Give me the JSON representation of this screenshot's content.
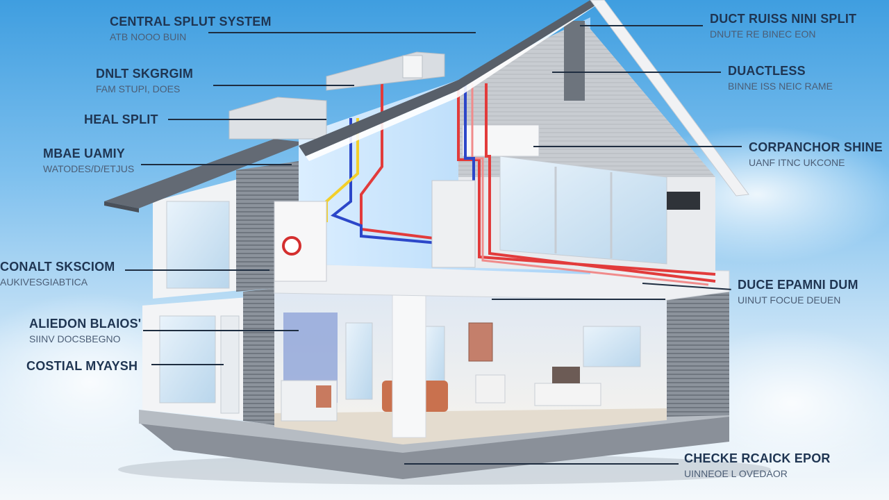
{
  "labels_left": [
    {
      "id": "central-split-system",
      "title": "CENTRAL SPLUT SYSTEM",
      "subtitle": "ATB NOOO BUIN"
    },
    {
      "id": "duct-system",
      "title": "DNLT SKGRGIM",
      "subtitle": "FAM STUPI, DOES"
    },
    {
      "id": "mini-split",
      "title": "HEAL SPLIT",
      "subtitle": ""
    },
    {
      "id": "mbae-unit",
      "title": "MBAE UAMIY",
      "subtitle": "WATODES/D/ETJUS"
    },
    {
      "id": "compact-system",
      "title": "CONALT SKSCIOM",
      "subtitle": "AUKIVESGIABTICA"
    },
    {
      "id": "air-handler",
      "title": "ALIEDON BLAIOS'",
      "subtitle": "SIINV DOCSBEGNO"
    },
    {
      "id": "coastal-system",
      "title": "COSTIAL MYAYSH",
      "subtitle": ""
    }
  ],
  "labels_right": [
    {
      "id": "ductless-mini-split",
      "title": "DUCT RUISS NINI SPLIT",
      "subtitle": "DNUTE RE BINEC EON"
    },
    {
      "id": "ductless",
      "title": "DUACTLESS",
      "subtitle": "BINNE ISS NEIC RAME"
    },
    {
      "id": "condenser-unit",
      "title": "CORPANCHOR SHINE",
      "subtitle": "UANF ITNC UKCONE"
    },
    {
      "id": "duct-drain",
      "title": "DUCE EPAMNI DUM",
      "subtitle": "UINUT FOCUE DEUEN"
    },
    {
      "id": "check-air-filter",
      "title": "CHECKE RCAICK EPOR",
      "subtitle": "UINNEOE L OVEDAOR"
    }
  ],
  "colors": {
    "sky_top": "#3f9ee0",
    "wall_siding": "#d3d6da",
    "roof": "#5f6670",
    "pipe_red": "#e23b3b",
    "pipe_blue": "#2c47c9",
    "pipe_yellow": "#f3cf2a",
    "label_text": "#1f3552"
  },
  "icons": {
    "unit_badge": "red-circle-logo-icon"
  }
}
